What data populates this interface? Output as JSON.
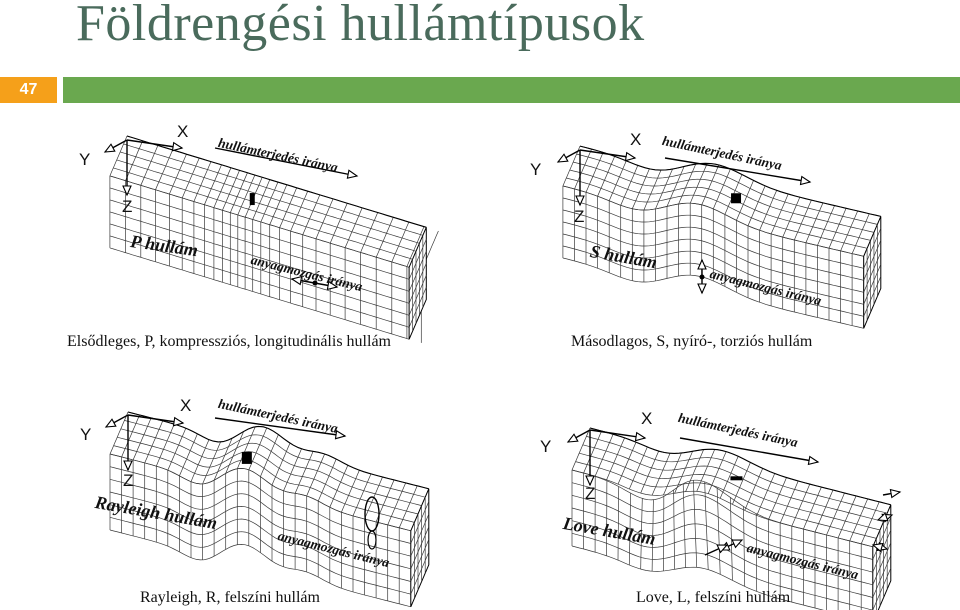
{
  "slide": {
    "title": "Földrengési hullámtípusok",
    "page_number": "47"
  },
  "panels": {
    "p": {
      "axis_x": "X",
      "axis_y": "Y",
      "axis_z": "Z",
      "propagation": "hullámterjedés iránya",
      "wave_name": "P hullám",
      "motion": "anyagmozgás iránya",
      "caption": "Elsődleges, P, kompressziós, longitudinális hullám"
    },
    "s": {
      "axis_x": "X",
      "axis_y": "Y",
      "axis_z": "Z",
      "propagation": "hullámterjedés iránya",
      "wave_name": "S hullám",
      "motion": "anyagmozgás iránya",
      "caption": "Másodlagos, S, nyíró-, torziós hullám"
    },
    "r": {
      "axis_x": "X",
      "axis_y": "Y",
      "axis_z": "Z",
      "propagation": "hullámterjedés iránya",
      "wave_name": "Rayleigh hullám",
      "motion": "anyagmozgás iránya",
      "caption": "Rayleigh, R, felszíni hullám"
    },
    "l": {
      "axis_x": "X",
      "axis_y": "Y",
      "axis_z": "Z",
      "propagation": "hullámterjedés iránya",
      "wave_name": "Love hullám",
      "motion": "anyagmozgás iránya",
      "caption": "Love, L, felszíni hullám"
    }
  }
}
